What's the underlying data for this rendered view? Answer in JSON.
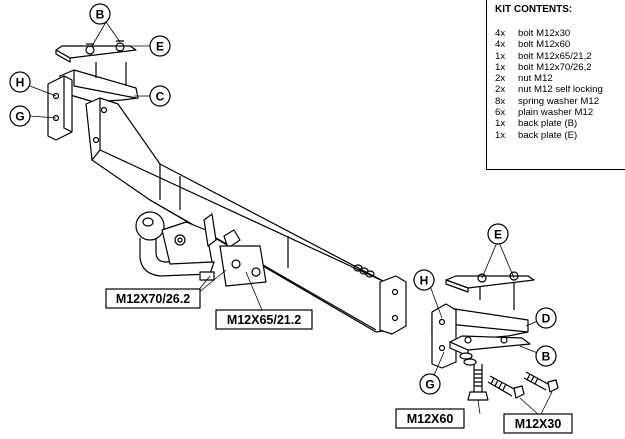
{
  "kit_contents": {
    "title": "KIT CONTENTS:",
    "items": [
      {
        "qty": "4x",
        "item": "bolt M12x30"
      },
      {
        "qty": "4x",
        "item": "bolt M12x60"
      },
      {
        "qty": "1x",
        "item": "bolt M12x65/21,2"
      },
      {
        "qty": "1x",
        "item": "bolt M12x70/26,2"
      },
      {
        "qty": "2x",
        "item": "nut M12"
      },
      {
        "qty": "2x",
        "item": "nut M12 self locking"
      },
      {
        "qty": "8x",
        "item": "spring washer M12"
      },
      {
        "qty": "6x",
        "item": "plain washer M12"
      },
      {
        "qty": "1x",
        "item": "back plate (B)"
      },
      {
        "qty": "1x",
        "item": "back plate (E)"
      }
    ]
  },
  "callouts": {
    "b_top": "B",
    "e_top": "E",
    "h_left": "H",
    "c_left": "C",
    "g_left": "G",
    "e_right": "E",
    "h_right": "H",
    "d_right": "D",
    "b_right": "B",
    "g_right": "G"
  },
  "bolt_labels": {
    "m12x70": "M12X70/26.2",
    "m12x65": "M12X65/21.2",
    "m12x60": "M12X60",
    "m12x30": "M12X30"
  }
}
